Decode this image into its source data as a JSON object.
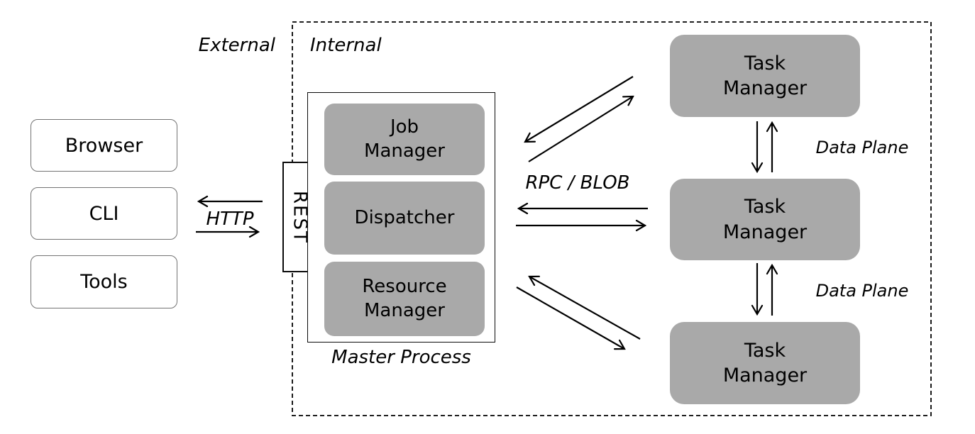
{
  "colors": {
    "background": "#ffffff",
    "node_fill_gray": "#a9a9a9",
    "node_fill_white": "#ffffff",
    "line": "#000000",
    "client_border": "#737373"
  },
  "external": {
    "label": "External",
    "clients": [
      {
        "label": "Browser"
      },
      {
        "label": "CLI"
      },
      {
        "label": "Tools"
      }
    ],
    "http_label": "HTTP"
  },
  "internal": {
    "label": "Internal",
    "rest_label": "REST",
    "rpc_label": "RPC / BLOB",
    "master": {
      "caption": "Master Process",
      "components": [
        {
          "label": "Job\nManager"
        },
        {
          "label": "Dispatcher"
        },
        {
          "label": "Resource\nManager"
        }
      ]
    },
    "task_managers": [
      {
        "label": "Task\nManager"
      },
      {
        "label": "Task\nManager"
      },
      {
        "label": "Task\nManager"
      }
    ],
    "data_plane_labels": [
      "Data Plane",
      "Data Plane"
    ]
  }
}
